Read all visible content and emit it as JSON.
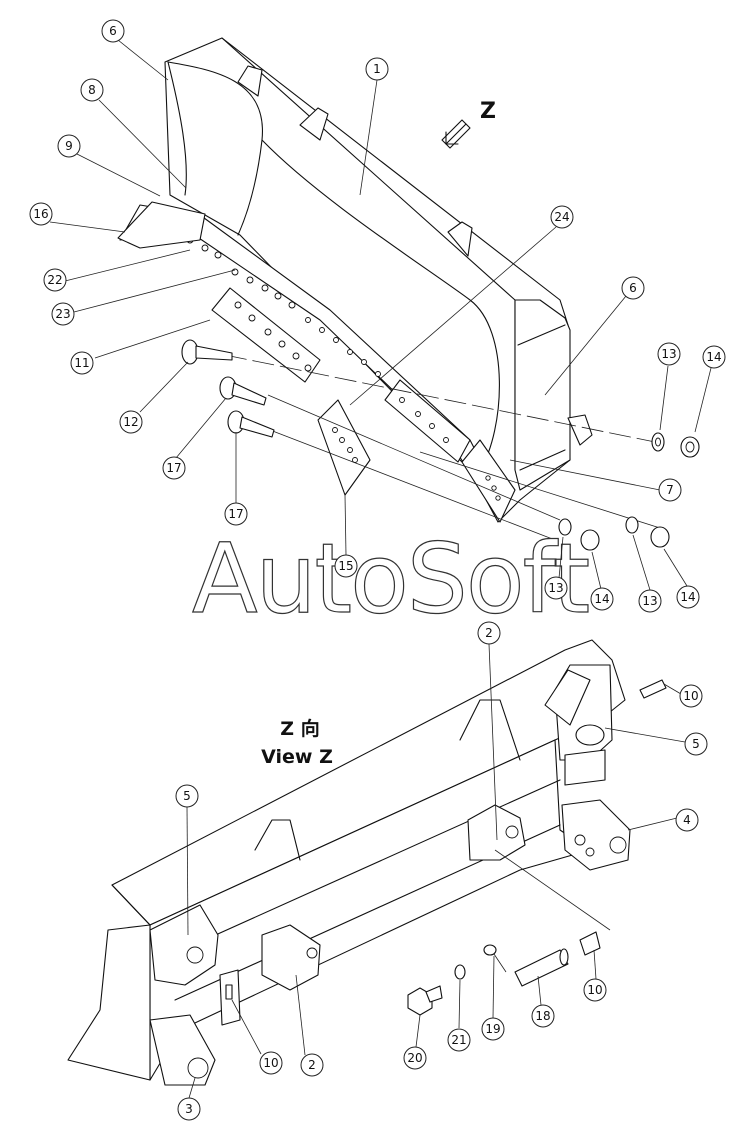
{
  "watermark": "AutoSoft",
  "view_arrow_label": "Z",
  "view_title_cn": "Z 向",
  "view_title_en": "View Z",
  "callouts": [
    {
      "n": "1"
    },
    {
      "n": "6"
    },
    {
      "n": "8"
    },
    {
      "n": "9"
    },
    {
      "n": "16"
    },
    {
      "n": "22"
    },
    {
      "n": "23"
    },
    {
      "n": "24"
    },
    {
      "n": "6"
    },
    {
      "n": "11"
    },
    {
      "n": "12"
    },
    {
      "n": "13"
    },
    {
      "n": "14"
    },
    {
      "n": "17"
    },
    {
      "n": "17"
    },
    {
      "n": "7"
    },
    {
      "n": "15"
    },
    {
      "n": "13"
    },
    {
      "n": "14"
    },
    {
      "n": "13"
    },
    {
      "n": "14"
    },
    {
      "n": "2"
    },
    {
      "n": "10"
    },
    {
      "n": "5"
    },
    {
      "n": "4"
    },
    {
      "n": "5"
    },
    {
      "n": "10"
    },
    {
      "n": "10"
    },
    {
      "n": "2"
    },
    {
      "n": "20"
    },
    {
      "n": "21"
    },
    {
      "n": "19"
    },
    {
      "n": "18"
    },
    {
      "n": "3"
    }
  ]
}
